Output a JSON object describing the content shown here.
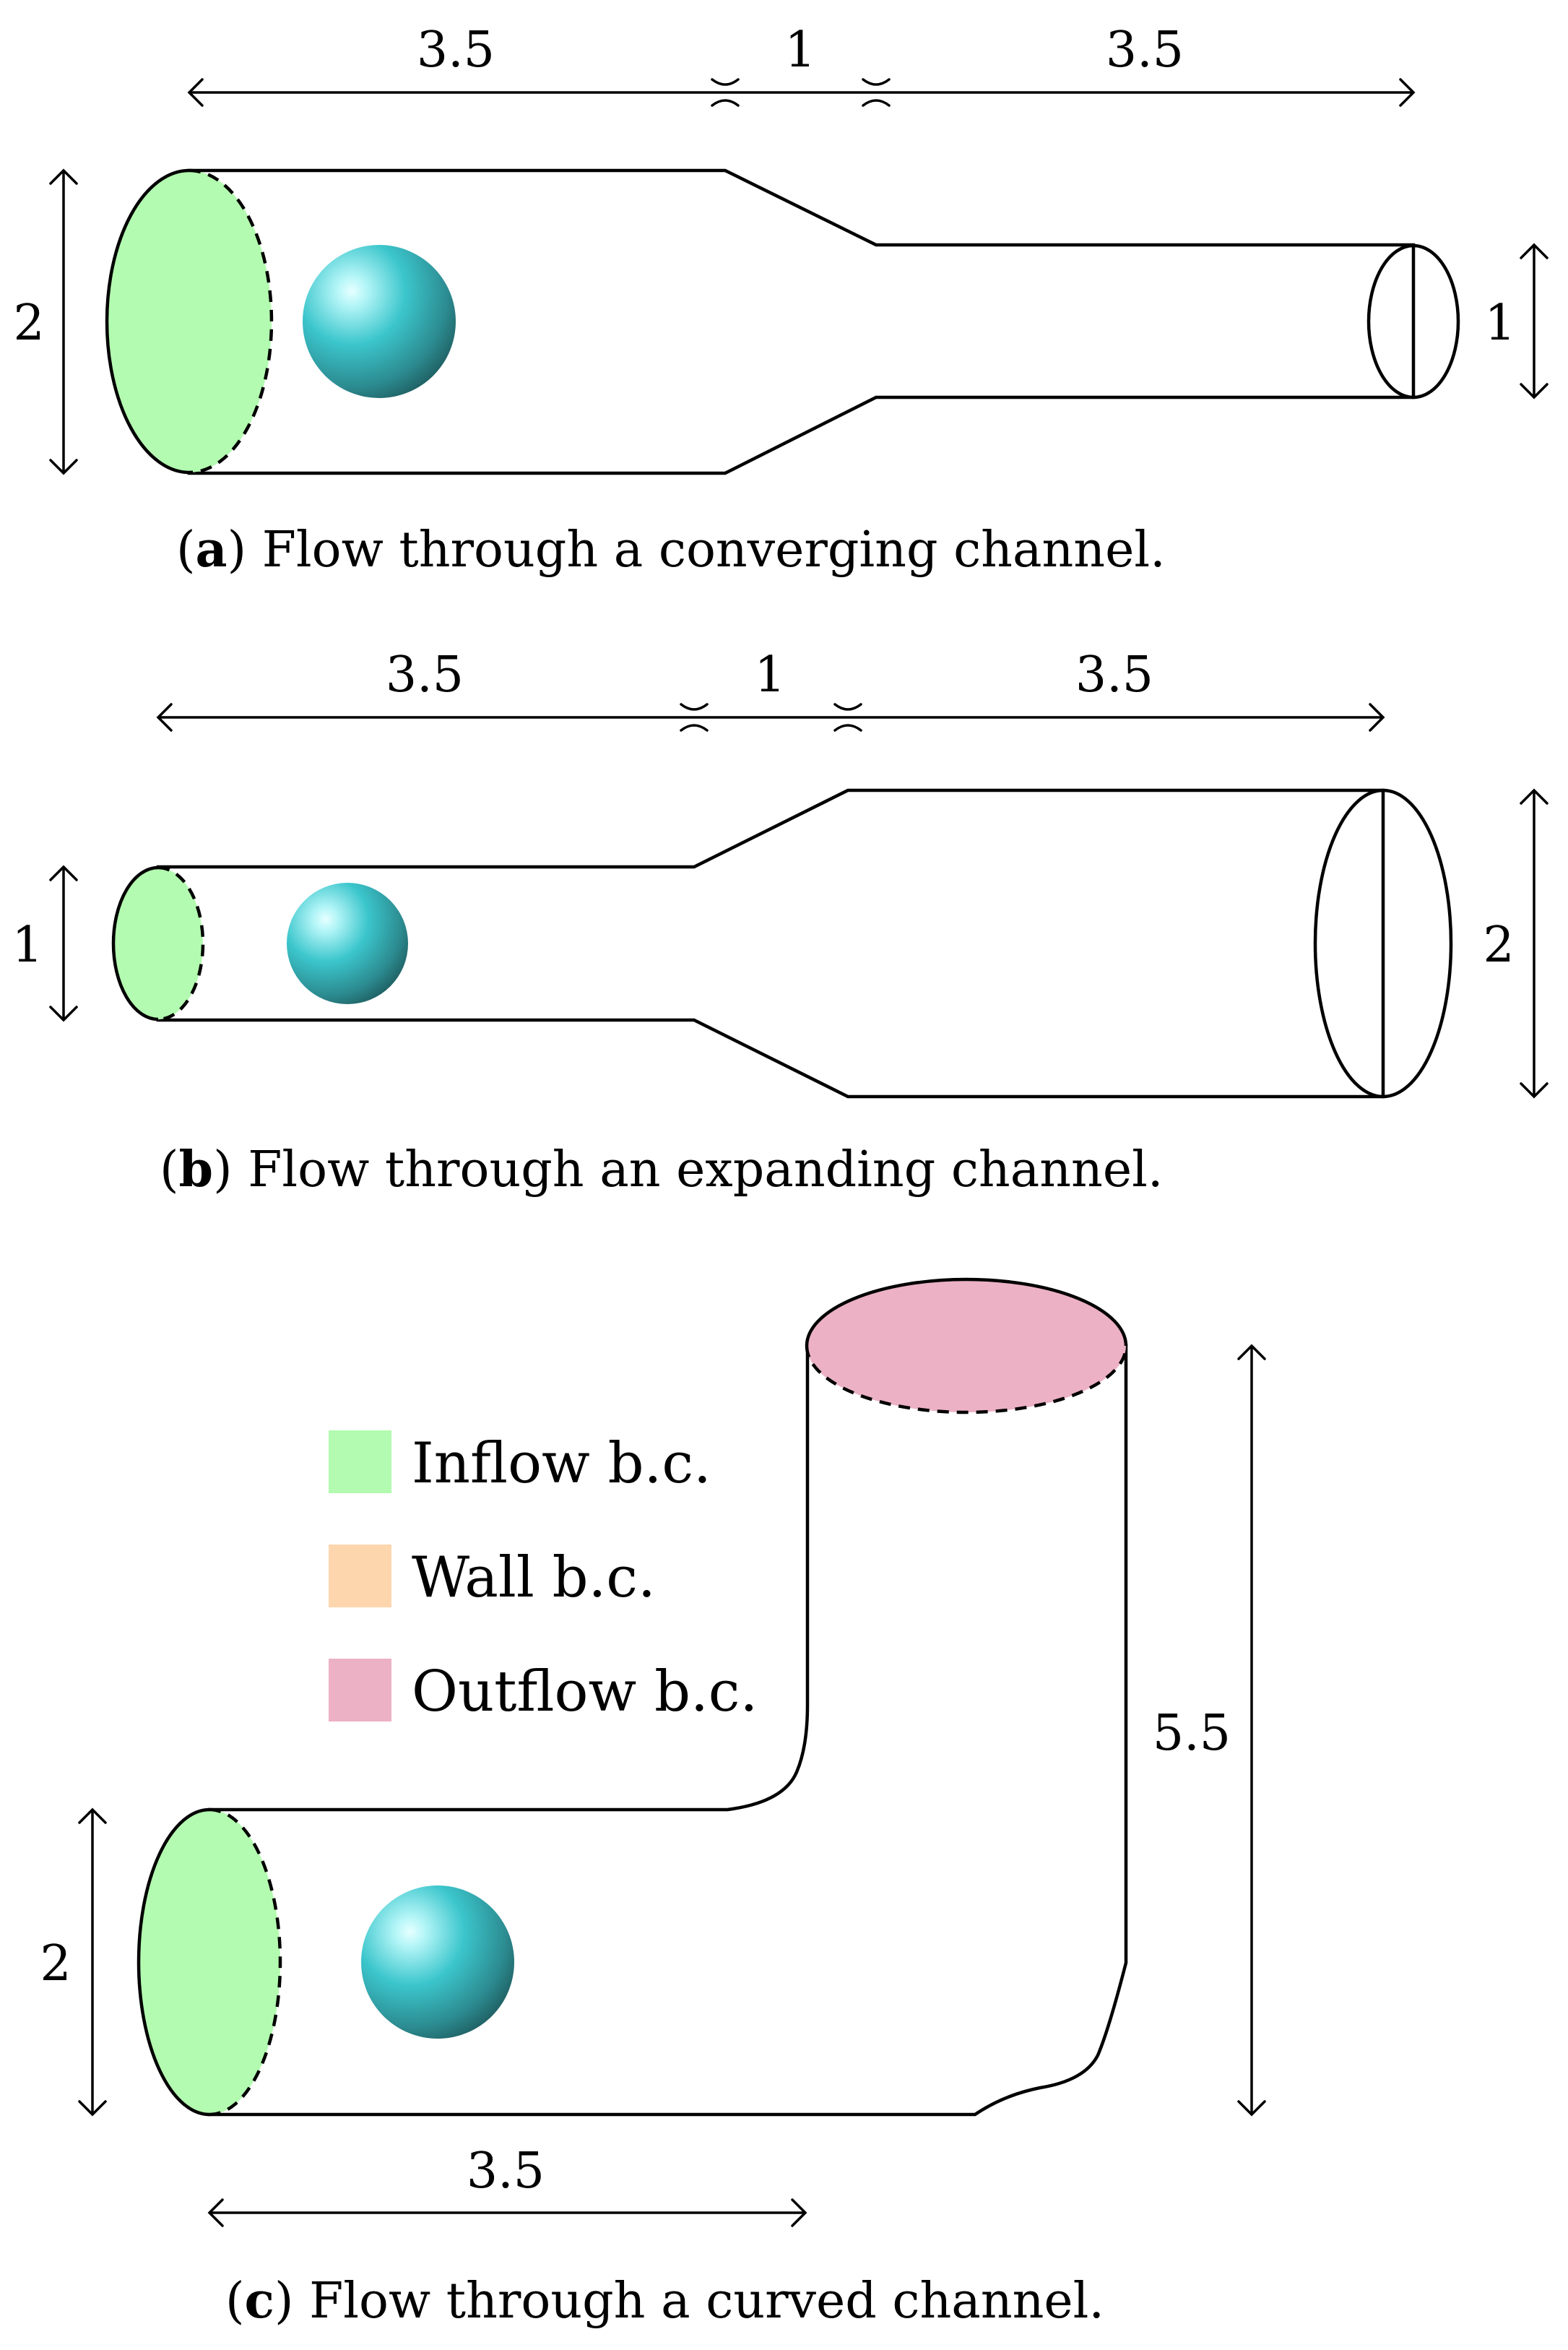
{
  "colors": {
    "inflow": "#b3fbb0",
    "wall": "#fed6ae",
    "outflow": "#ecb1c4",
    "sphere_light": "#e6ffff",
    "sphere_mid": "#3bc6cc",
    "sphere_dark": "#1f5f62"
  },
  "panel_a": {
    "caption_label": "a",
    "caption_text": " Flow through a converging channel.",
    "dims": {
      "left_length": "3.5",
      "transition_length": "1",
      "right_length": "3.5",
      "inlet_diameter": "2",
      "outlet_diameter": "1"
    }
  },
  "panel_b": {
    "caption_label": "b",
    "caption_text": " Flow through an expanding channel.",
    "dims": {
      "left_length": "3.5",
      "transition_length": "1",
      "right_length": "3.5",
      "inlet_diameter": "1",
      "outlet_diameter": "2"
    }
  },
  "panel_c": {
    "caption_label": "c",
    "caption_text": " Flow through a curved channel.",
    "dims": {
      "horizontal_length": "3.5",
      "vertical_length": "5.5",
      "inlet_diameter": "2"
    }
  },
  "legend": {
    "items": [
      {
        "label": "Inflow b.c.",
        "color": "#b3fbb0"
      },
      {
        "label": "Wall b.c.",
        "color": "#fed6ae"
      },
      {
        "label": "Outflow b.c.",
        "color": "#ecb1c4"
      }
    ]
  }
}
